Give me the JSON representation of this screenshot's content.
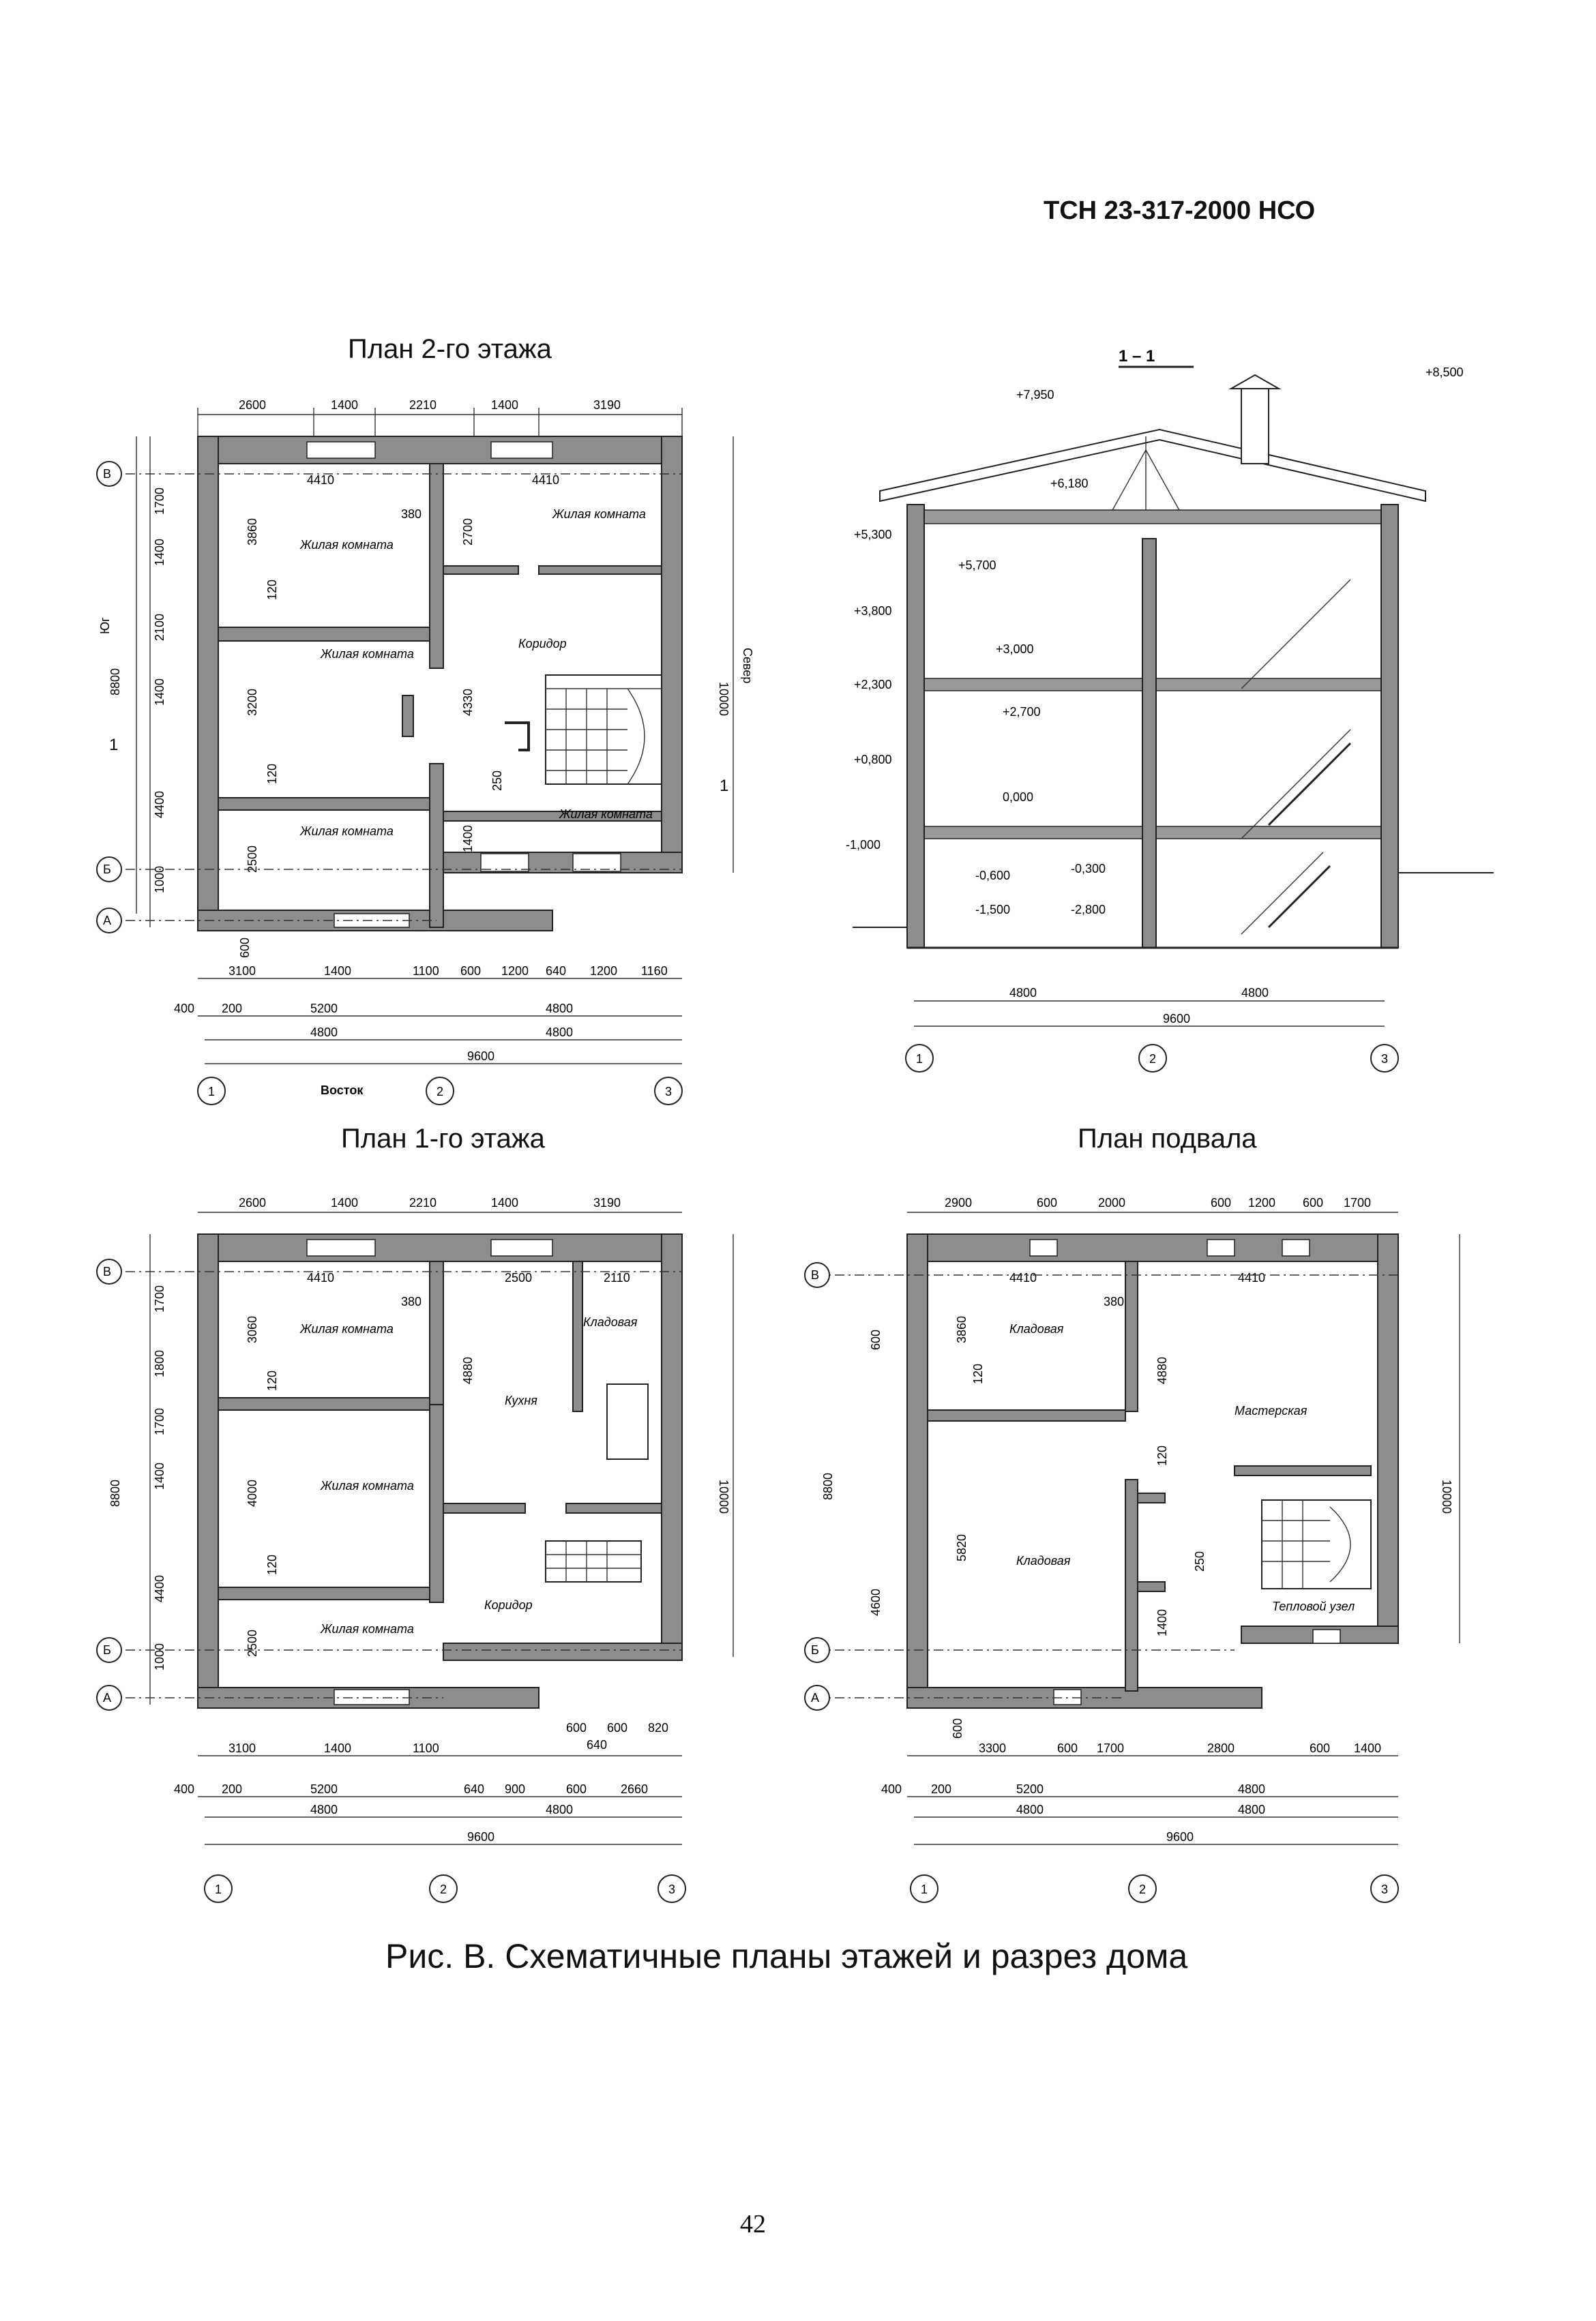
{
  "header": {
    "code": "ТСН 23-317-2000 НСО"
  },
  "plan2": {
    "title": "План 2-го этажа",
    "top_dims": [
      "2600",
      "1400",
      "2210",
      "1400",
      "3190"
    ],
    "inner_dims": {
      "a": "4410",
      "b": "4410",
      "c": "380"
    },
    "left_dims": [
      "1700",
      "1400",
      "2100",
      "1400",
      "4400",
      "1000"
    ],
    "total_left": "8800",
    "right_total": "10000",
    "bottom_dims": [
      "3100",
      "1400",
      "1100",
      "600",
      "1200",
      "640",
      "1200",
      "1160"
    ],
    "bottom2": [
      "400",
      "200",
      "5200",
      "4800"
    ],
    "bottom3": [
      "4800",
      "4800"
    ],
    "bottom_total": "9600",
    "room_dims": [
      "3860",
      "120",
      "3200",
      "120",
      "2500",
      "2700",
      "4330",
      "250",
      "1400",
      "600"
    ],
    "rooms": [
      "Жилая комната",
      "Жилая комната",
      "Жилая комната",
      "Коридор",
      "Жилая комната",
      "Жилая комната"
    ],
    "side_labels": {
      "south": "Юг",
      "north": "Север",
      "east": "Восток",
      "cut": "1"
    },
    "axes": [
      "В",
      "Б",
      "А",
      "1",
      "2",
      "3"
    ]
  },
  "section": {
    "title": "1 – 1",
    "levels": [
      "+7,950",
      "+8,500",
      "+6,180",
      "+5,300",
      "+5,700",
      "+3,800",
      "+3,000",
      "+2,300",
      "+2,700",
      "+0,800",
      "0,000",
      "-1,000",
      "-0,600",
      "-0,300",
      "-1,500",
      "-2,800"
    ],
    "dims": [
      "4800",
      "4800",
      "9600"
    ],
    "axes": [
      "1",
      "2",
      "3"
    ]
  },
  "plan1": {
    "title": "План 1-го этажа",
    "top_dims": [
      "2600",
      "1400",
      "2210",
      "1400",
      "3190"
    ],
    "inner_dims": [
      "4410",
      "380",
      "2500",
      "2110"
    ],
    "left_dims": [
      "1700",
      "1800",
      "1700",
      "1400",
      "4400",
      "1000"
    ],
    "total_left": "8800",
    "right_total": "10000",
    "room_dims": [
      "3060",
      "120",
      "4000",
      "120",
      "2500",
      "4880"
    ],
    "rooms": [
      "Жилая комната",
      "Кладовая",
      "Кухня",
      "Жилая комната",
      "Коридор",
      "Жилая комната"
    ],
    "bottom_dims": [
      "3100",
      "1400",
      "1100",
      "600",
      "600",
      "820",
      "640"
    ],
    "bottom2": [
      "400",
      "200",
      "5200",
      "640",
      "900",
      "600",
      "2660"
    ],
    "bottom3": [
      "4800",
      "4800"
    ],
    "bottom_total": "9600",
    "axes": [
      "В",
      "Б",
      "А",
      "1",
      "2",
      "3"
    ]
  },
  "basement": {
    "title": "План подвала",
    "top_dims": [
      "2900",
      "600",
      "2000",
      "600",
      "1200",
      "600",
      "1700"
    ],
    "inner_dims": [
      "4410",
      "380",
      "4410"
    ],
    "left_dims": [
      "600",
      "8800",
      "4600"
    ],
    "right_total": "10000",
    "room_dims": [
      "3860",
      "120",
      "5820",
      "4880",
      "120",
      "250",
      "1400",
      "600"
    ],
    "rooms": [
      "Кладовая",
      "Мастерская",
      "Кладовая",
      "Тепловой узел"
    ],
    "bottom_dims": [
      "3300",
      "600",
      "1700",
      "2800",
      "600",
      "1400"
    ],
    "bottom2": [
      "400",
      "200",
      "5200",
      "4800"
    ],
    "bottom3": [
      "4800",
      "4800"
    ],
    "bottom_total": "9600",
    "axes": [
      "В",
      "Б",
      "А",
      "1",
      "2",
      "3"
    ]
  },
  "caption": "Рис. В. Схематичные планы этажей и разрез дома",
  "page_number": "42"
}
